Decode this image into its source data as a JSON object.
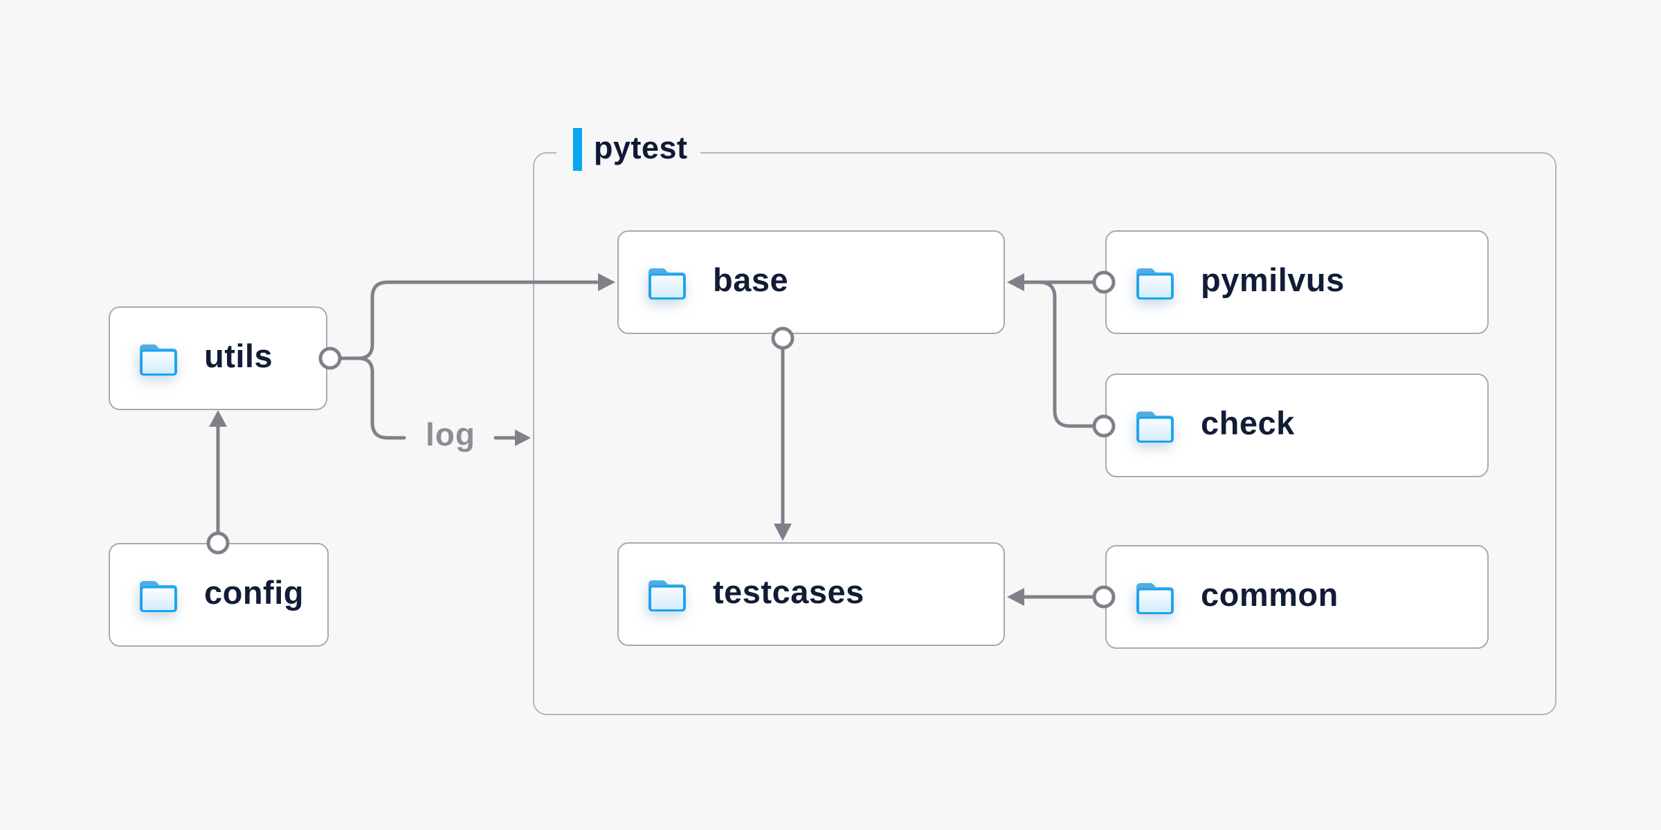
{
  "diagram": {
    "group": {
      "label": "pytest"
    },
    "nodes": {
      "utils": {
        "label": "utils"
      },
      "config": {
        "label": "config"
      },
      "base": {
        "label": "base"
      },
      "pymilvus": {
        "label": "pymilvus"
      },
      "check": {
        "label": "check"
      },
      "testcases": {
        "label": "testcases"
      },
      "common": {
        "label": "common"
      }
    },
    "edge_labels": {
      "log": "log"
    },
    "edges": [
      {
        "from": "config",
        "to": "utils"
      },
      {
        "from": "utils",
        "to": "base"
      },
      {
        "from": "utils",
        "to": "log",
        "label": "log"
      },
      {
        "from": "base",
        "to": "testcases"
      },
      {
        "from": "pymilvus",
        "to": "base"
      },
      {
        "from": "check",
        "to": "base"
      },
      {
        "from": "common",
        "to": "testcases"
      }
    ],
    "icons": {
      "node_icon": "folder-icon"
    },
    "colors": {
      "background": "#f7f7f8",
      "accent_blue": "#09a6f0",
      "node_text": "#111c36",
      "node_border": "#a9a9b3",
      "group_border": "#b5b5bf",
      "connector_gray": "#80808a",
      "edge_label_gray": "#8d8d96",
      "folder_outline": "#16a5f3",
      "folder_back": "#42a4de"
    }
  }
}
